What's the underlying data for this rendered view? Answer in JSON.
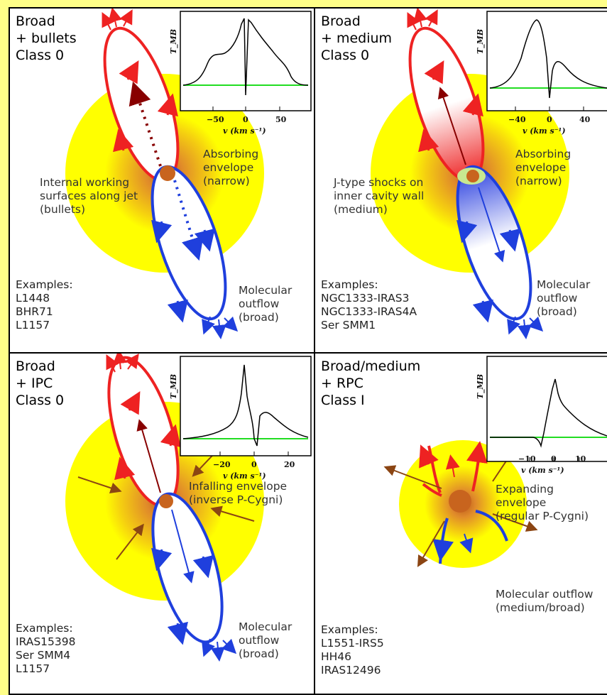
{
  "panels": [
    {
      "title": "Broad\n+ bullets\nClass 0",
      "labels": {
        "inner": "Internal working\nsurfaces along jet\n(bullets)",
        "envelope": "Absorbing\nenvelope\n(narrow)",
        "outflow": "Molecular\noutflow\n(broad)"
      },
      "examples": "Examples:\nL1448\nBHR71\nL1157",
      "plot": {
        "ylabel": "T_MB",
        "xlabel": "v (km s⁻¹)",
        "ticks": [
          "−50",
          "0",
          "50"
        ]
      }
    },
    {
      "title": "Broad\n+ medium\nClass 0",
      "labels": {
        "inner": "J-type shocks on\ninner cavity wall\n(medium)",
        "envelope": "Absorbing\nenvelope\n(narrow)",
        "outflow": "Molecular\noutflow\n(broad)"
      },
      "examples": "Examples:\nNGC1333-IRAS3\nNGC1333-IRAS4A\nSer SMM1",
      "plot": {
        "ylabel": "T_MB",
        "xlabel": "v (km s⁻¹)",
        "ticks": [
          "−40",
          "0",
          "40"
        ]
      }
    },
    {
      "title": "Broad\n+ IPC\nClass 0",
      "labels": {
        "envelope": "Infalling envelope\n(inverse P-Cygni)",
        "outflow": "Molecular\noutflow\n(broad)"
      },
      "examples": "Examples:\nIRAS15398\nSer SMM4\nL1157",
      "plot": {
        "ylabel": "T_MB",
        "xlabel": "v (km s⁻¹)",
        "ticks": [
          "−20",
          "0",
          "20"
        ]
      }
    },
    {
      "title": "Broad/medium\n+ RPC\nClass I",
      "labels": {
        "envelope": "Expanding envelope\n(regular P-Cygni)",
        "outflow": "Molecular outflow\n(medium/broad)"
      },
      "examples": "Examples:\nL1551-IRS5\nHH46\nIRAS12496",
      "plot": {
        "ylabel": "T_MB",
        "xlabel": "v (km s⁻¹)",
        "ticks": [
          "−10",
          "0",
          "10"
        ]
      }
    }
  ],
  "colors": {
    "envelope": "#ffff00",
    "core": "#d2691e",
    "redlobe": "#ee2222",
    "bluelobe": "#1f3fdd",
    "baseline": "#22dd22",
    "infall": "#8b4513",
    "jet": "#880000",
    "shock": "#a8e080"
  }
}
